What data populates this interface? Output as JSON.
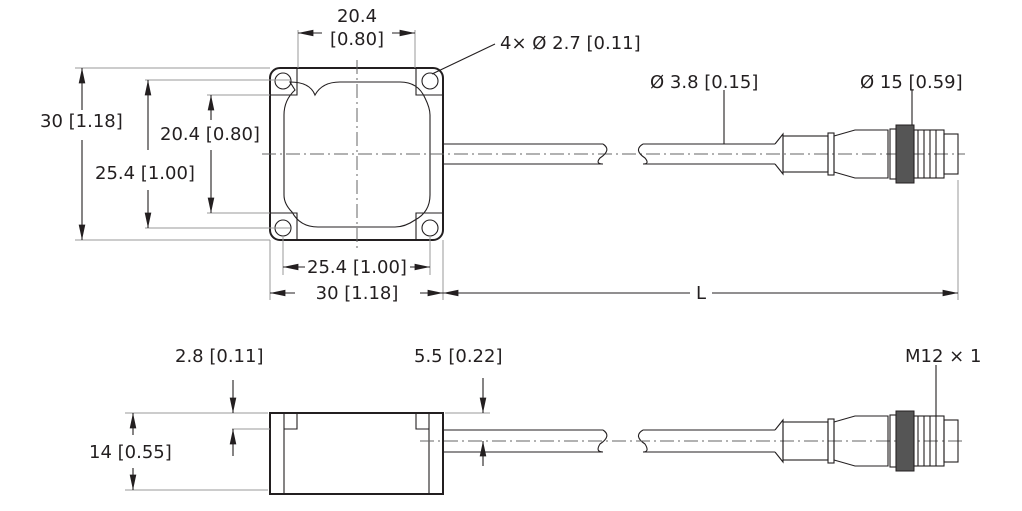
{
  "top_view": {
    "width_top": "20.4",
    "width_top_in": "[0.80]",
    "holes": "4× Ø 2.7 [0.11]",
    "height_outer": "30 [1.18]",
    "height_inner": "20.4 [0.80]",
    "height_holes": "25.4 [1.00]",
    "width_holes": "25.4 [1.00]",
    "width_outer": "30 [1.18]",
    "length": "L",
    "cable_dia": "Ø 3.8 [0.15]",
    "connector_dia": "Ø 15 [0.59]"
  },
  "side_view": {
    "flange": "2.8 [0.11]",
    "cable_offset": "5.5 [0.22]",
    "height": "14 [0.55]",
    "thread": "M12 × 1"
  }
}
